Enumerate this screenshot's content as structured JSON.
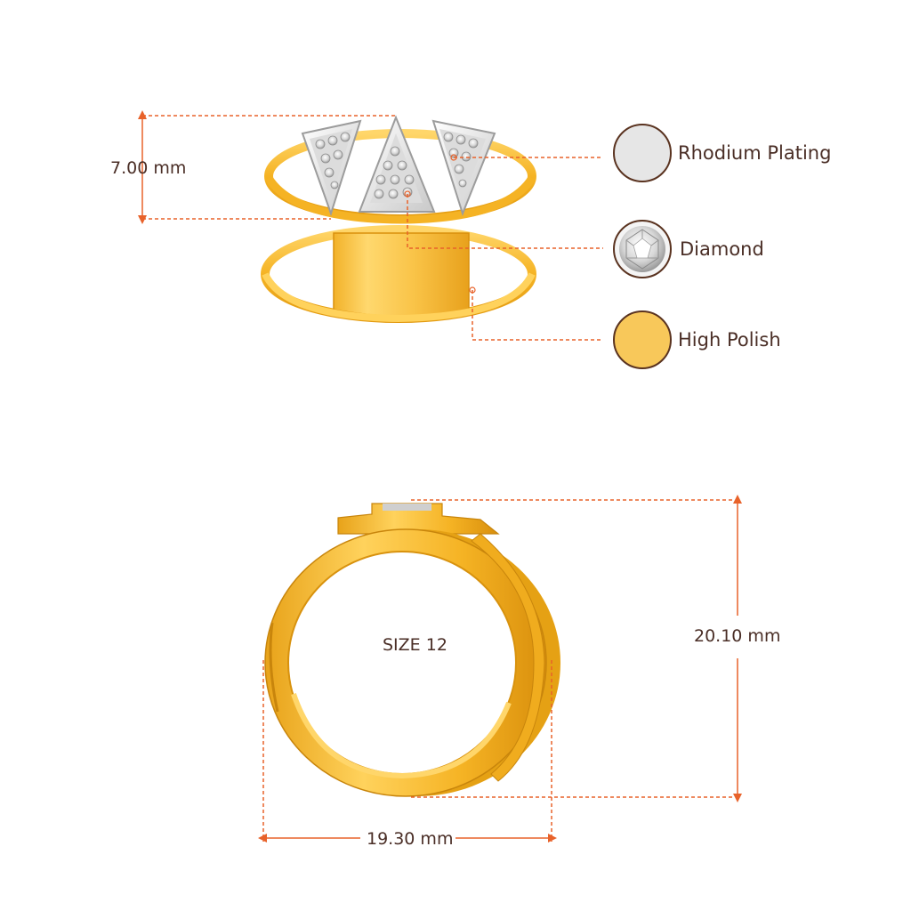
{
  "legend": [
    {
      "label": "Rhodium Plating",
      "icon": "rhodium-swatch-icon",
      "color": "#e6e6e6"
    },
    {
      "label": "Diamond",
      "icon": "diamond-swatch-icon",
      "color": "#f2f2f2"
    },
    {
      "label": "High Polish",
      "icon": "high-polish-swatch-icon",
      "color": "#f8c85a"
    }
  ],
  "dimensions": {
    "ring_height": "7.00 mm",
    "outer_height": "20.10 mm",
    "outer_width": "19.30 mm",
    "size": "SIZE 12"
  },
  "colors": {
    "gold": "#f5b324",
    "gold_dark": "#d9900c",
    "gold_light": "#ffd66a",
    "dim_line": "#e8622a",
    "text": "#4a2e26",
    "swatch_border": "#5a3320"
  }
}
